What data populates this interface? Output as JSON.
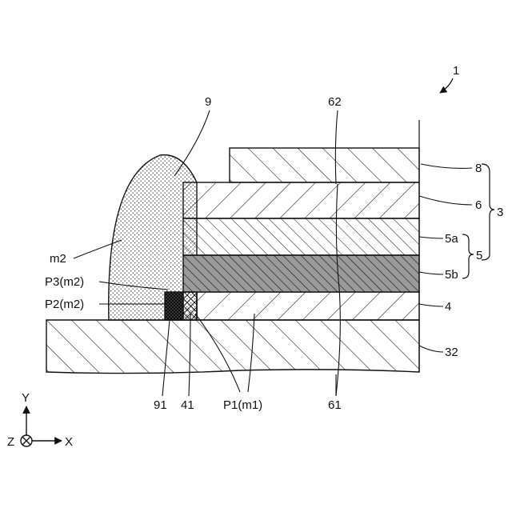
{
  "figure": {
    "ref_main": "1",
    "labels": {
      "l9": "9",
      "l62": "62",
      "l8": "8",
      "l6": "6",
      "l3": "3",
      "l5a": "5a",
      "l5": "5",
      "l5b": "5b",
      "l4": "4",
      "l32": "32",
      "lm2": "m2",
      "lP3": "P3(m2)",
      "lP2": "P2(m2)",
      "l91": "91",
      "l41": "41",
      "lP1": "P1(m1)",
      "l61": "61"
    },
    "axes": {
      "y": "Y",
      "z": "Z",
      "x": "X"
    }
  }
}
